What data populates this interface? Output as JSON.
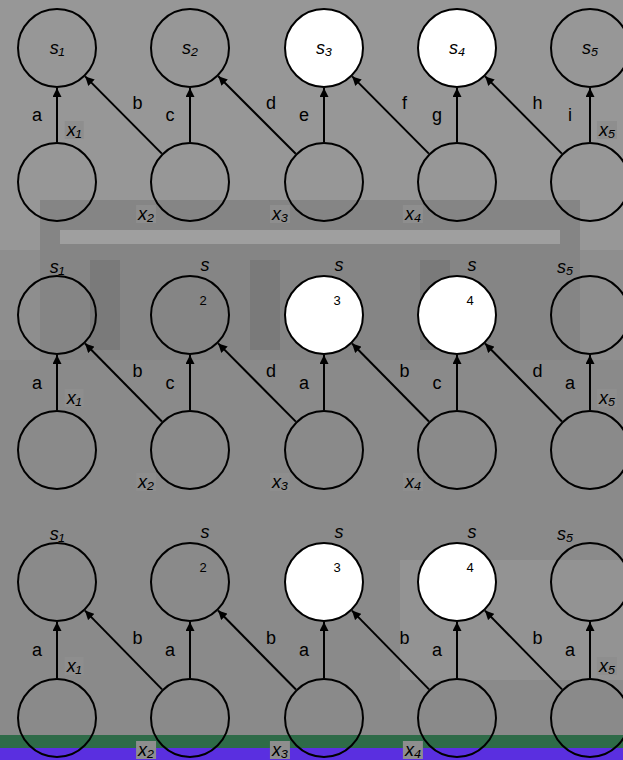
{
  "diagram": {
    "nodes": [
      {
        "text": [
          "s₁"
        ]
      },
      {
        "text": [
          "s₂"
        ]
      },
      {
        "text": [
          "s₃"
        ]
      },
      {
        "text": [
          "s₄"
        ]
      },
      {
        "text": [
          "s₅"
        ]
      },
      {
        "text": [
          "x₁"
        ]
      },
      {
        "text": [
          "x₂"
        ]
      },
      {
        "text": [
          "x₃"
        ]
      },
      {
        "text": [
          "x₄"
        ]
      },
      {
        "text": [
          "x₅"
        ]
      },
      {
        "text": [
          "s₁"
        ]
      },
      {
        "text": [
          "s",
          "2"
        ]
      },
      {
        "text": [
          "s",
          "3"
        ]
      },
      {
        "text": [
          "s",
          "4"
        ]
      },
      {
        "text": [
          "s₅"
        ]
      },
      {
        "text": [
          "x₁"
        ]
      },
      {
        "text": [
          "x₂"
        ]
      },
      {
        "text": [
          "x₃"
        ]
      },
      {
        "text": [
          "x₄"
        ]
      },
      {
        "text": [
          "x₅"
        ]
      },
      {
        "text": [
          "s₁"
        ]
      },
      {
        "text": [
          "s",
          "2"
        ]
      },
      {
        "text": [
          "s",
          "3"
        ]
      },
      {
        "text": [
          "s",
          "4"
        ]
      },
      {
        "text": [
          "s₅"
        ]
      },
      {
        "text": [
          "x₁"
        ]
      },
      {
        "text": [
          "x₂"
        ]
      },
      {
        "text": [
          "x₃"
        ]
      },
      {
        "text": [
          "x₄"
        ]
      },
      {
        "text": [
          "x₅"
        ]
      }
    ],
    "edges": [
      {
        "from": 5,
        "to": 0,
        "arrow": "to",
        "label": "a"
      },
      {
        "from": 6,
        "to": 0,
        "arrow": "to",
        "label": "b"
      },
      {
        "from": 6,
        "to": 1,
        "arrow": "to",
        "label": "c"
      },
      {
        "from": 7,
        "to": 1,
        "arrow": "to",
        "label": "d"
      },
      {
        "from": 7,
        "to": 2,
        "arrow": "to",
        "label": "e"
      },
      {
        "from": 8,
        "to": 2,
        "arrow": "to",
        "label": "f"
      },
      {
        "from": 8,
        "to": 3,
        "arrow": "to",
        "label": "g"
      },
      {
        "from": 9,
        "to": 3,
        "arrow": "to",
        "label": "h"
      },
      {
        "from": 9,
        "to": 4,
        "arrow": "to",
        "label": "i"
      },
      {
        "from": 15,
        "to": 10,
        "arrow": "to",
        "label": "a"
      },
      {
        "from": 16,
        "to": 10,
        "arrow": "to",
        "label": "b"
      },
      {
        "from": 16,
        "to": 11,
        "arrow": "to",
        "label": "c"
      },
      {
        "from": 17,
        "to": 11,
        "arrow": "to",
        "label": "d"
      },
      {
        "from": 17,
        "to": 12,
        "arrow": "to",
        "label": "a"
      },
      {
        "from": 18,
        "to": 12,
        "arrow": "to",
        "label": "b"
      },
      {
        "from": 18,
        "to": 13,
        "arrow": "to",
        "label": "c"
      },
      {
        "from": 19,
        "to": 13,
        "arrow": "to",
        "label": "d"
      },
      {
        "from": 19,
        "to": 14,
        "arrow": "to",
        "label": "a"
      },
      {
        "from": 25,
        "to": 20,
        "arrow": "to",
        "label": "a"
      },
      {
        "from": 26,
        "to": 20,
        "arrow": "to",
        "label": "b"
      },
      {
        "from": 26,
        "to": 21,
        "arrow": "to",
        "label": "a"
      },
      {
        "from": 27,
        "to": 21,
        "arrow": "to",
        "label": "b"
      },
      {
        "from": 27,
        "to": 22,
        "arrow": "to",
        "label": "a"
      },
      {
        "from": 28,
        "to": 22,
        "arrow": "to",
        "label": "b"
      },
      {
        "from": 28,
        "to": 23,
        "arrow": "to",
        "label": "a"
      },
      {
        "from": 29,
        "to": 23,
        "arrow": "to",
        "label": "b"
      },
      {
        "from": 29,
        "to": 24,
        "arrow": "to",
        "label": "a"
      }
    ]
  }
}
